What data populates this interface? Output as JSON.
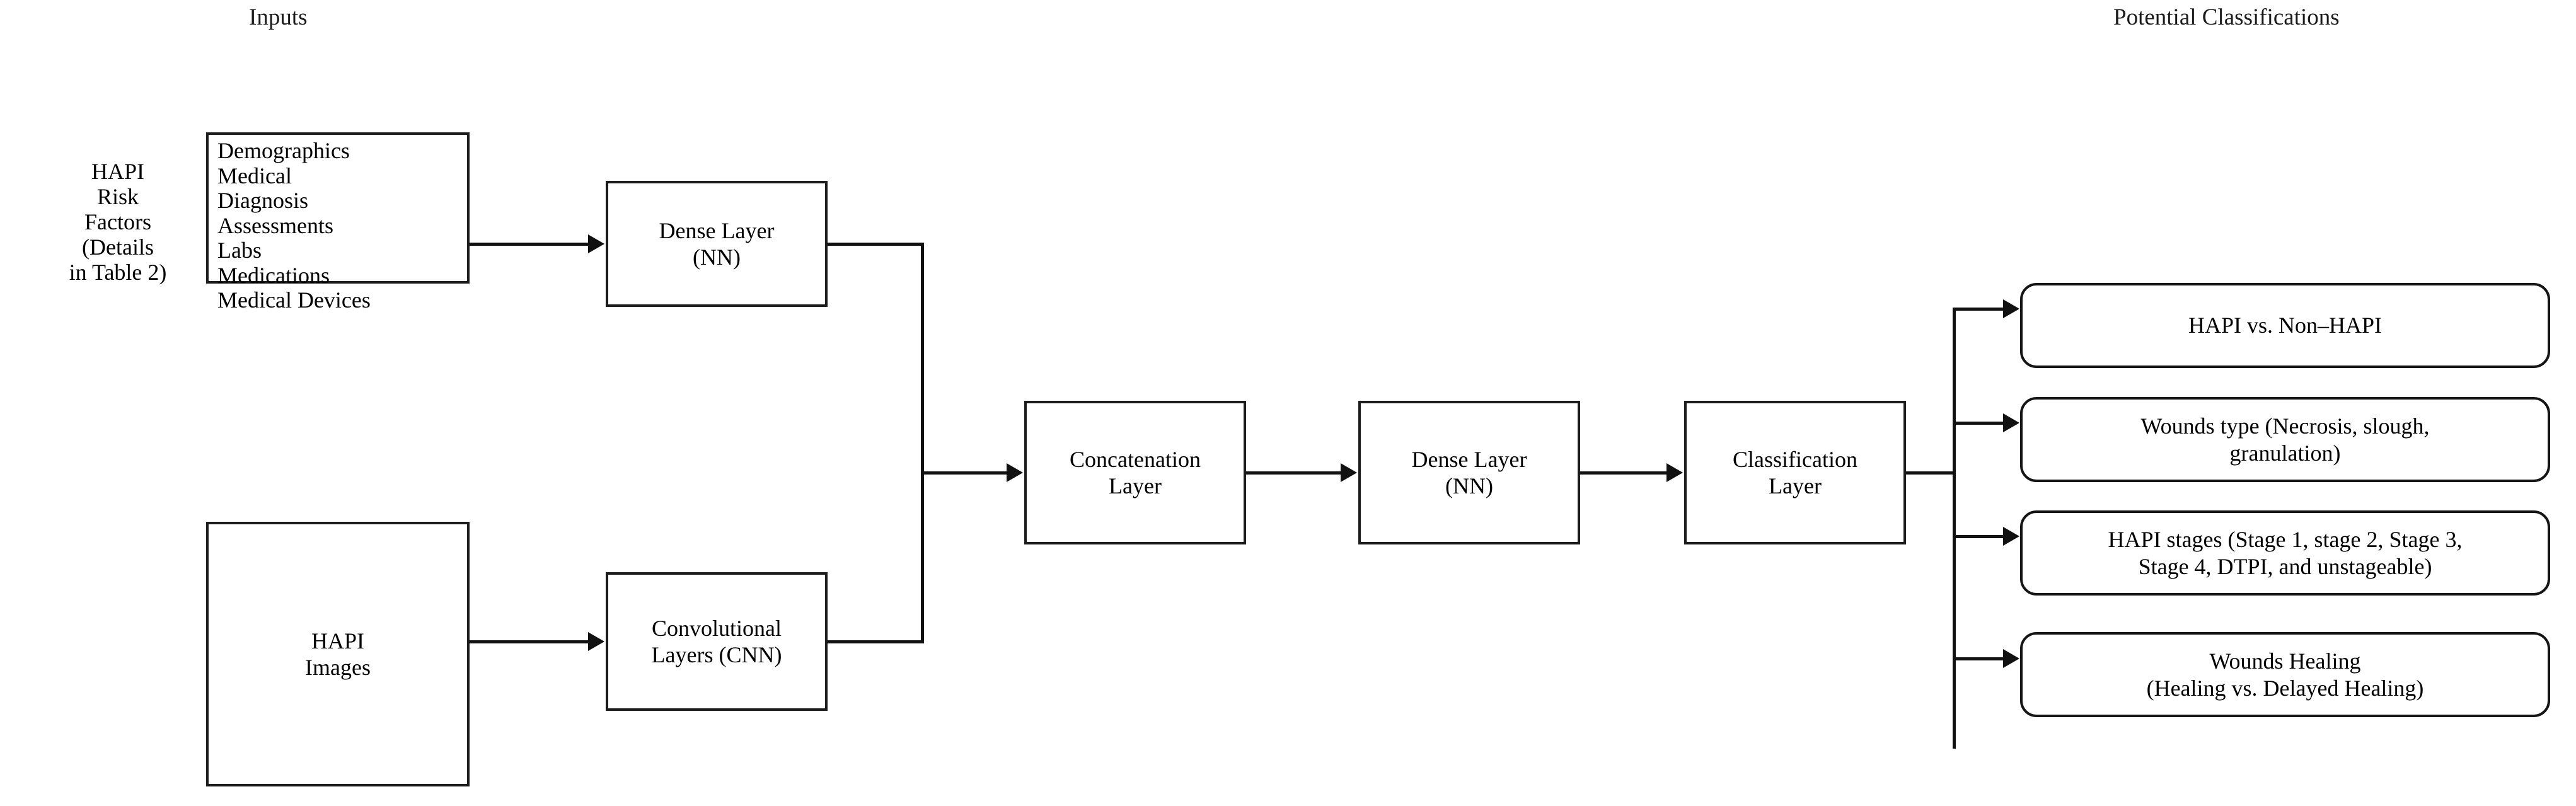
{
  "headers": {
    "inputs": "Inputs",
    "classifications": "Potential Classifications"
  },
  "left_caption": {
    "name": "HAPI Risk Factors caption",
    "line1": "HAPI",
    "line2": "Risk",
    "line3": "Factors",
    "line4": "(Details",
    "line5": "in Table 2)"
  },
  "inputs_box": {
    "items": [
      "Demographics",
      "Medical",
      "Diagnosis",
      "Assessments",
      "Labs",
      "Medications",
      "Medical Devices"
    ]
  },
  "images_box": {
    "line1": "HAPI",
    "line2": "Images"
  },
  "layers": {
    "dense1_line1": "Dense Layer",
    "dense1_line2": "(NN)",
    "cnn_line1": "Convolutional",
    "cnn_line2": "Layers (CNN)",
    "concat_line1": "Concatenation",
    "concat_line2": "Layer",
    "dense2_line1": "Dense Layer",
    "dense2_line2": "(NN)",
    "classification_line1": "Classification",
    "classification_line2": "Layer"
  },
  "classifications": [
    {
      "line1": "HAPI vs. Non–HAPI",
      "line2": ""
    },
    {
      "line1": "Wounds type (Necrosis, slough,",
      "line2": "granulation)"
    },
    {
      "line1": "HAPI stages (Stage 1, stage 2, Stage 3,",
      "line2": "Stage 4,  DTPI, and unstageable)"
    },
    {
      "line1": "Wounds Healing",
      "line2": "(Healing vs. Delayed Healing)"
    }
  ],
  "colors": {
    "stroke": "#111111",
    "box_border": "#1c1c1c",
    "background": "#ffffff",
    "text": "#000000"
  }
}
